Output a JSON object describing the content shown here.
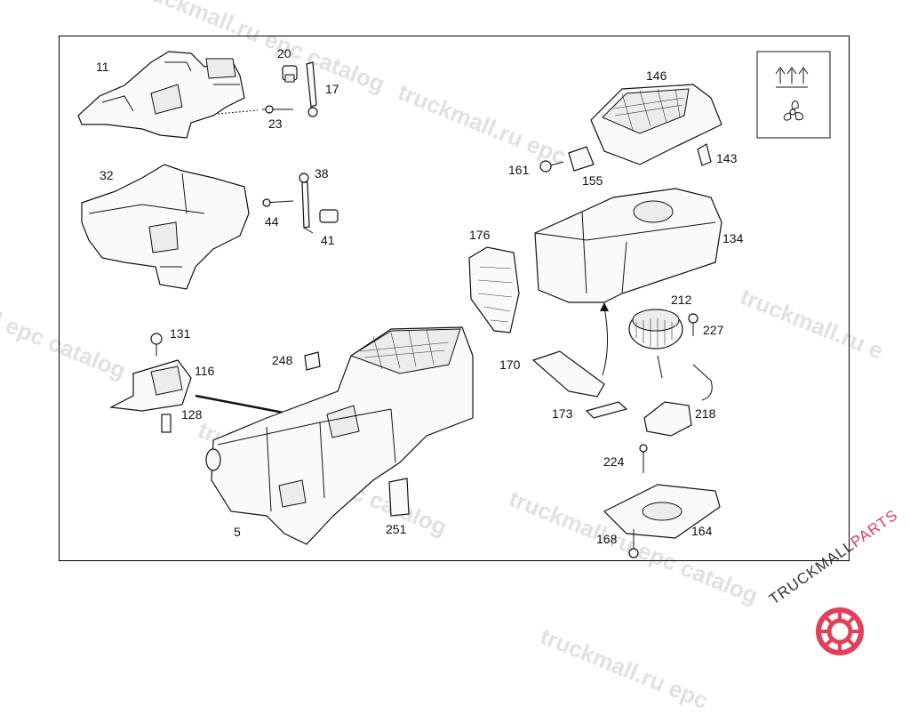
{
  "diagram": {
    "part_labels": [
      "11",
      "20",
      "17",
      "23",
      "32",
      "38",
      "44",
      "41",
      "146",
      "143",
      "161",
      "155",
      "134",
      "176",
      "212",
      "227",
      "170",
      "173",
      "218",
      "224",
      "164",
      "168",
      "131",
      "116",
      "128",
      "248",
      "5",
      "251"
    ]
  },
  "watermarks": [
    "truckmall.ru epc catalog",
    "truckmall.ru epc",
    "truckmall.ru e",
    "l epc catalog",
    "truckmall.ru epc catalog",
    "truckmall.ru epc catalog",
    "truckmall.ru epc"
  ],
  "logo": {
    "text_main": "TRUCKMALL",
    "text_accent": "PARTS",
    "accent_color": "#e0405a"
  },
  "icon_box": {
    "icons": [
      "heat-rising-icon",
      "fan-icon"
    ]
  }
}
